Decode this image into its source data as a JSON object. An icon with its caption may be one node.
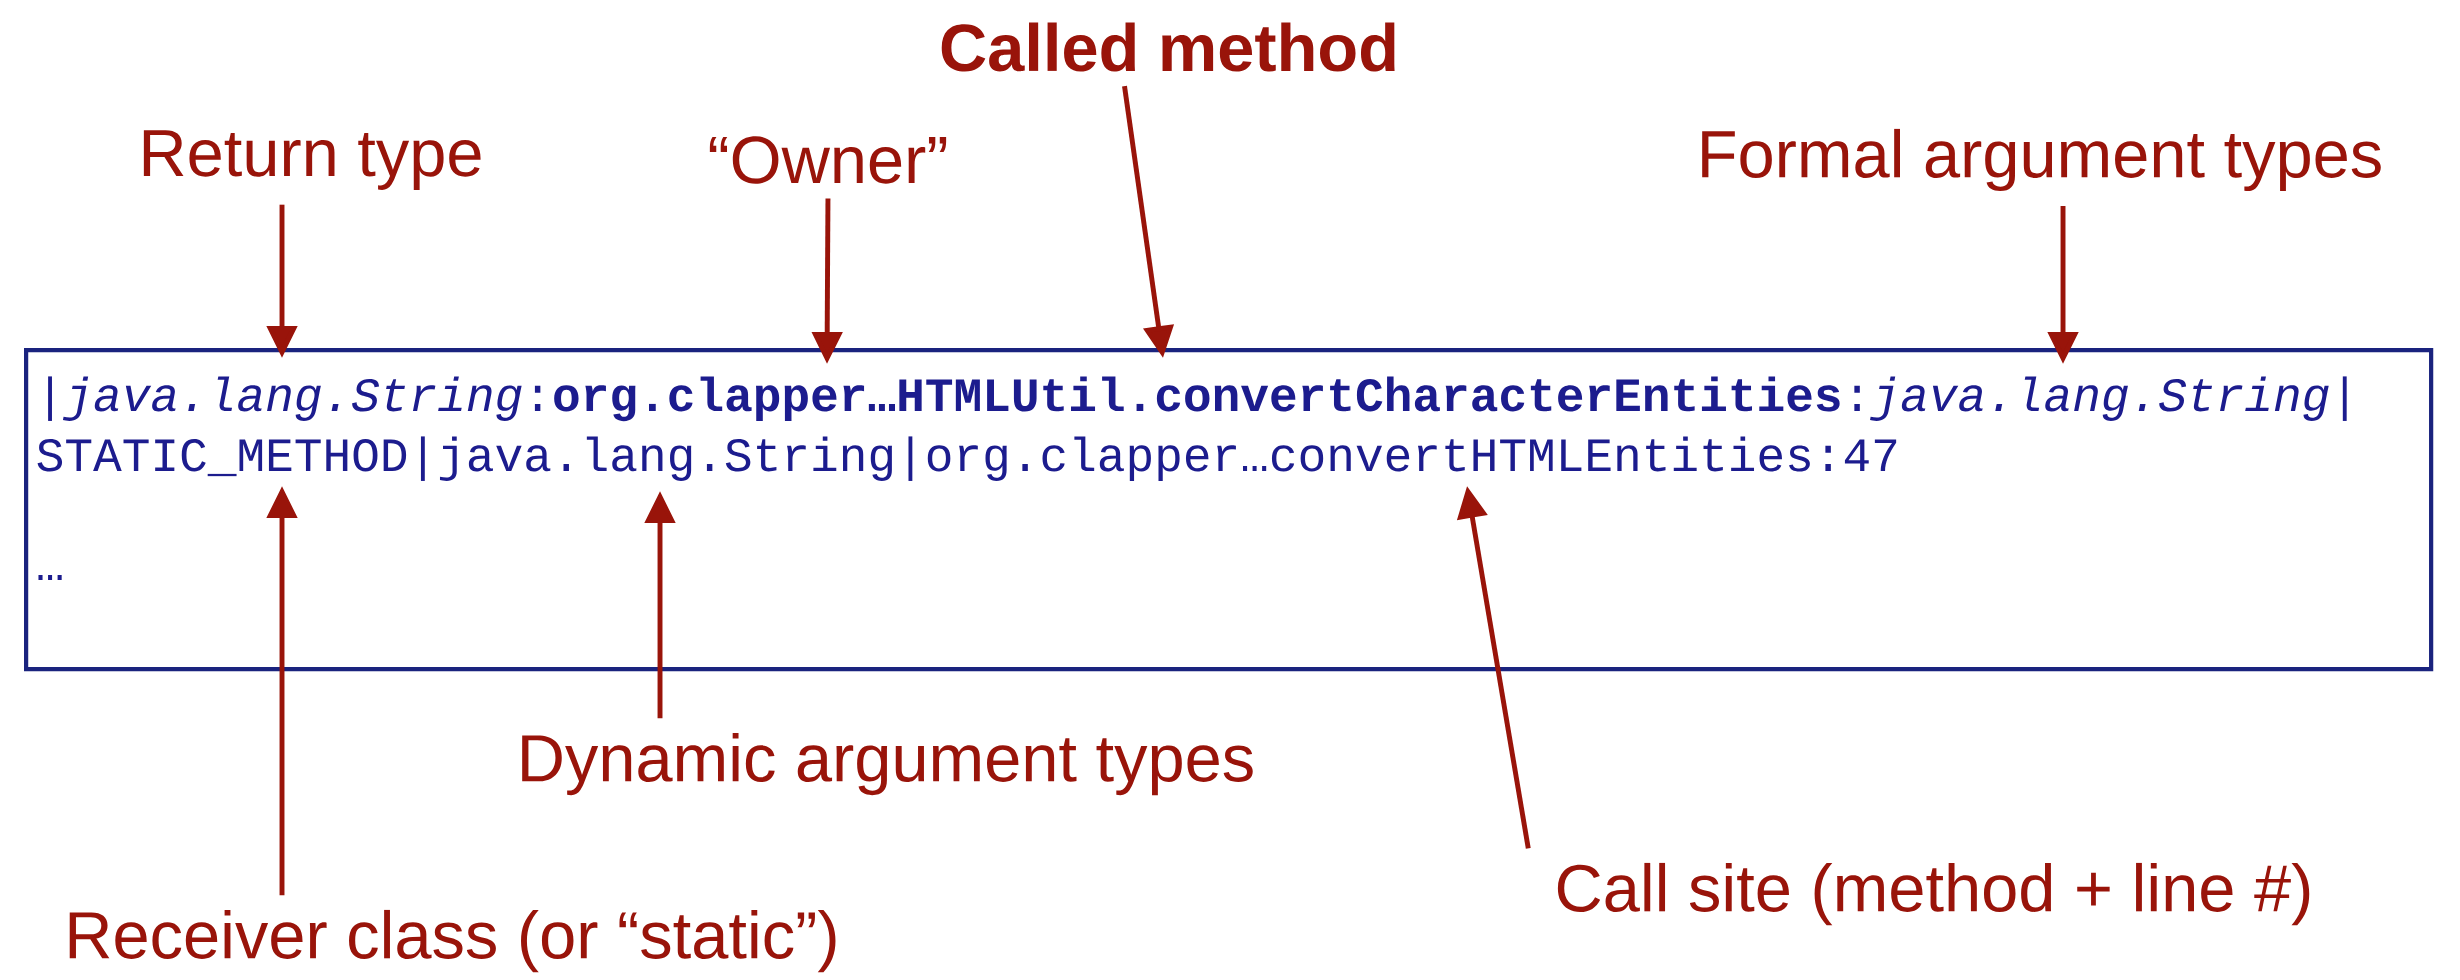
{
  "diagram": {
    "nodes": [
      {
        "text": [
          "Called method"
        ]
      },
      {
        "text": [
          "Return type"
        ]
      },
      {
        "text": [
          "“Owner”"
        ]
      },
      {
        "text": [
          "Formal argument types"
        ]
      },
      {
        "text": [
          "|*java.lang.String*:**org.clapper…HTMLUtil.convertCharacterEntities**:*java.lang.String*|",
          "STATIC_METHOD|java.lang.String|org.clapper…convertHTMLEntities:47",
          "…"
        ]
      },
      {
        "text": [
          "Dynamic argument types"
        ]
      },
      {
        "text": [
          "Call site (method + line #)"
        ]
      },
      {
        "text": [
          "Receiver class (or “static”)"
        ]
      }
    ],
    "edges": [
      {
        "from": 0,
        "to": 4,
        "arrow": "to"
      },
      {
        "from": 1,
        "to": 4,
        "arrow": "to"
      },
      {
        "from": 2,
        "to": 4,
        "arrow": "to"
      },
      {
        "from": 3,
        "to": 4,
        "arrow": "to"
      },
      {
        "from": 5,
        "to": 4,
        "arrow": "to"
      },
      {
        "from": 6,
        "to": 4,
        "arrow": "to"
      },
      {
        "from": 7,
        "to": 4,
        "arrow": "to"
      }
    ]
  }
}
